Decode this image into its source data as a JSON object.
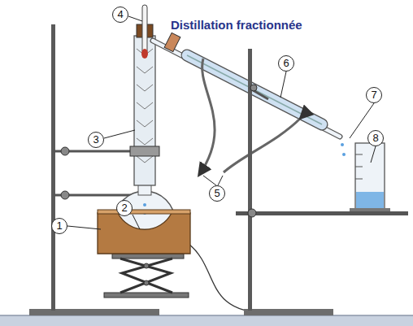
{
  "diagram": {
    "title": "Distillation fractionnée",
    "labels": [
      "1",
      "2",
      "3",
      "4",
      "5",
      "6",
      "7",
      "8"
    ]
  }
}
